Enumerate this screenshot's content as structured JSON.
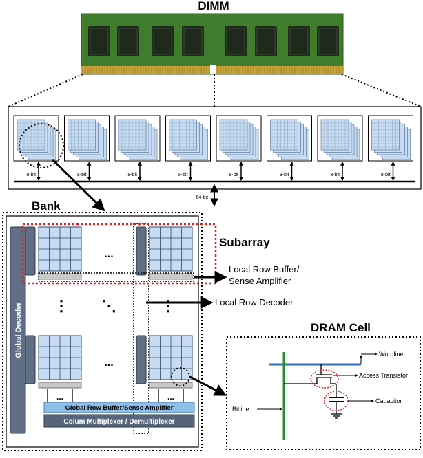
{
  "dimm_title": "DIMM",
  "chip_bus_labels": [
    "8-bit",
    "8-bit",
    "8-bit",
    "8-bit",
    "8-bit",
    "8-bit",
    "8-bit",
    "8-bit"
  ],
  "bus_width_label": "64-bit",
  "bank_title": "Bank",
  "global_decoder_label": "Global Decoder",
  "subarray_label": "Subarray",
  "local_row_buffer_label_line1": "Local Row Buffer/",
  "local_row_buffer_label_line2": "Sense Amplifier",
  "local_row_decoder_label": "Local Row Decoder",
  "global_row_buffer_label": "Global Row Buffer/Sense Amplifier",
  "column_mux_label": "Colum Multiplexer / Demultiplexer",
  "dram_cell_title": "DRAM Cell",
  "wordline_label": "Wordline",
  "bitline_label": "Bitline",
  "access_transistor_label": "Access Transistor",
  "capacitor_label": "Capacitor",
  "ellipsis_h": "...",
  "ellipsis_v": "⋮",
  "ellipsis_diag": "⋱",
  "colors": {
    "pcb_green": "#3f7d2c",
    "dram_chip": "#1f2a1d",
    "gold_contact": "#c9a33a",
    "cell_fill": "#c7dcf2",
    "decoder_fill": "#5f6f86",
    "subarray_highlight": "#e02020",
    "wire_blue": "#2f6fb6",
    "bitline_green": "#2e8b2e",
    "global_buffer_fill": "#8fbfe8",
    "column_mux_fill": "#56657c"
  }
}
